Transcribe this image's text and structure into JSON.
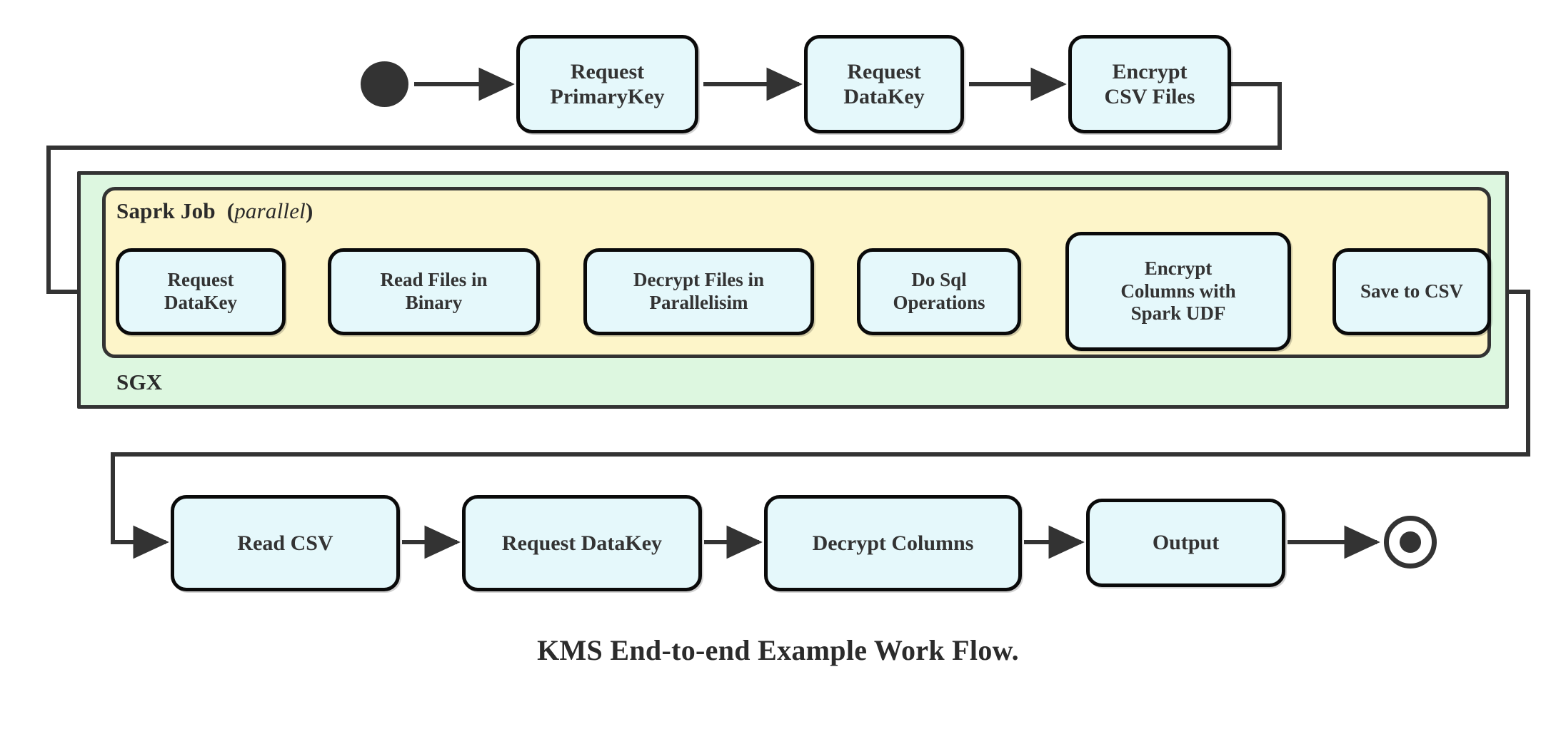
{
  "diagram": {
    "caption": "KMS End-to-end Example Work Flow.",
    "colors": {
      "node_fill": "#e5f8fb",
      "node_stroke": "#0a0a0a",
      "sgx_fill": "#ddf7e0",
      "spark_fill": "#fdf5c9",
      "container_stroke": "#333333",
      "edge_stroke": "#333333",
      "text": "#333333",
      "background": "#ffffff"
    },
    "terminals": {
      "start_label": "start-node",
      "end_label": "end-node"
    },
    "containers": [
      {
        "id": "sgx",
        "label": "SGX",
        "label_style": "bold"
      },
      {
        "id": "spark-job",
        "label_main": "Saprk Job",
        "label_paren_open": "(",
        "label_emphasis": "parallel",
        "label_paren_close": ")"
      }
    ],
    "rows": {
      "top": {
        "name": "preparation-row",
        "nodes": [
          {
            "id": "request-primarykey",
            "label": "Request\nPrimaryKey"
          },
          {
            "id": "request-datakey-top",
            "label": "Request\nDataKey"
          },
          {
            "id": "encrypt-csv-files",
            "label": "Encrypt\nCSV Files"
          }
        ]
      },
      "middle": {
        "name": "spark-job-row",
        "nodes": [
          {
            "id": "request-datakey-spark",
            "label": "Request\nDataKey"
          },
          {
            "id": "read-files-in-binary",
            "label": "Read Files in\nBinary"
          },
          {
            "id": "decrypt-files-in-parallelisim",
            "label": "Decrypt Files in\nParallelisim"
          },
          {
            "id": "do-sql-operations",
            "label": "Do Sql\nOperations"
          },
          {
            "id": "encrypt-columns-with-spark-udf",
            "label": "Encrypt\nColumns with\nSpark UDF"
          },
          {
            "id": "save-to-csv",
            "label": "Save to CSV"
          }
        ]
      },
      "bottom": {
        "name": "consumption-row",
        "nodes": [
          {
            "id": "read-csv",
            "label": "Read CSV"
          },
          {
            "id": "request-datakey-bottom",
            "label": "Request DataKey"
          },
          {
            "id": "decrypt-columns",
            "label": "Decrypt Columns"
          },
          {
            "id": "output",
            "label": "Output"
          }
        ]
      }
    },
    "edges": [
      {
        "id": "start-to-request-primarykey",
        "from": "start",
        "to": "request-primarykey",
        "type": "straight"
      },
      {
        "id": "request-primarykey-to-request-datakey",
        "from": "request-primarykey",
        "to": "request-datakey-top",
        "type": "straight"
      },
      {
        "id": "request-datakey-to-encrypt-csv",
        "from": "request-datakey-top",
        "to": "encrypt-csv-files",
        "type": "straight"
      },
      {
        "id": "encrypt-csv-to-spark-datakey",
        "from": "encrypt-csv-files",
        "to": "request-datakey-spark",
        "type": "orthogonal"
      },
      {
        "id": "spark-datakey-to-read-binary",
        "from": "request-datakey-spark",
        "to": "read-files-in-binary",
        "type": "straight"
      },
      {
        "id": "read-binary-to-decrypt-files",
        "from": "read-files-in-binary",
        "to": "decrypt-files-in-parallelisim",
        "type": "straight"
      },
      {
        "id": "decrypt-files-to-sql",
        "from": "decrypt-files-in-parallelisim",
        "to": "do-sql-operations",
        "type": "straight"
      },
      {
        "id": "sql-to-encrypt-columns",
        "from": "do-sql-operations",
        "to": "encrypt-columns-with-spark-udf",
        "type": "straight"
      },
      {
        "id": "encrypt-columns-to-save-csv",
        "from": "encrypt-columns-with-spark-udf",
        "to": "save-to-csv",
        "type": "straight"
      },
      {
        "id": "save-csv-to-read-csv",
        "from": "save-to-csv",
        "to": "read-csv",
        "type": "orthogonal"
      },
      {
        "id": "read-csv-to-request-datakey",
        "from": "read-csv",
        "to": "request-datakey-bottom",
        "type": "straight"
      },
      {
        "id": "request-datakey-to-decrypt-columns",
        "from": "request-datakey-bottom",
        "to": "decrypt-columns",
        "type": "straight"
      },
      {
        "id": "decrypt-columns-to-output",
        "from": "decrypt-columns",
        "to": "output",
        "type": "straight"
      },
      {
        "id": "output-to-end",
        "from": "output",
        "to": "end",
        "type": "straight"
      }
    ]
  }
}
